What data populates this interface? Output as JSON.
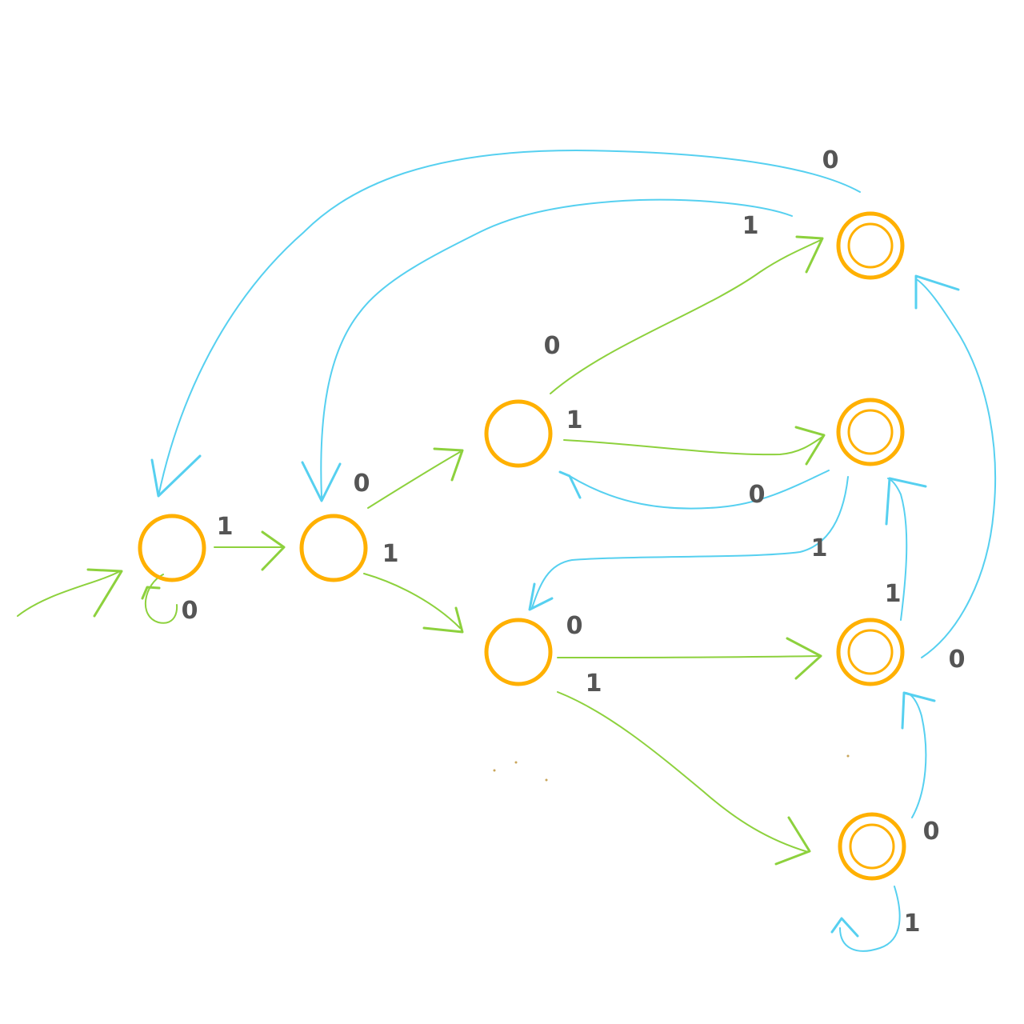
{
  "colors": {
    "state": "#FFB000",
    "forward_edge": "#8DD13D",
    "back_edge": "#56D0F0",
    "label": "#555555",
    "dots": "#C9A55A"
  },
  "diagram": {
    "type": "finite-state-automaton",
    "states": [
      {
        "id": "s0",
        "accepting": false
      },
      {
        "id": "s1",
        "accepting": false
      },
      {
        "id": "s2",
        "accepting": false
      },
      {
        "id": "s3",
        "accepting": false
      },
      {
        "id": "s4",
        "accepting": true
      },
      {
        "id": "s5",
        "accepting": true
      },
      {
        "id": "s6",
        "accepting": true
      },
      {
        "id": "s7",
        "accepting": true
      }
    ],
    "initial": "s0",
    "transitions": [
      {
        "id": "s0-s0",
        "from": "s0",
        "to": "s0",
        "label": "0"
      },
      {
        "id": "s0-s1",
        "from": "s0",
        "to": "s1",
        "label": "1"
      },
      {
        "id": "s1-s2",
        "from": "s1",
        "to": "s2",
        "label": "0"
      },
      {
        "id": "s1-s3",
        "from": "s1",
        "to": "s3",
        "label": "1"
      },
      {
        "id": "s2-s4",
        "from": "s2",
        "to": "s4",
        "label": "0"
      },
      {
        "id": "s2-s5",
        "from": "s2",
        "to": "s5",
        "label": "1"
      },
      {
        "id": "s3-s6",
        "from": "s3",
        "to": "s6",
        "label": "0"
      },
      {
        "id": "s3-s7",
        "from": "s3",
        "to": "s7",
        "label": "1"
      },
      {
        "id": "s4-s0",
        "from": "s4",
        "to": "s0",
        "label": "0"
      },
      {
        "id": "s4-s1",
        "from": "s4",
        "to": "s1",
        "label": "1"
      },
      {
        "id": "s5-s2",
        "from": "s5",
        "to": "s2",
        "label": "0"
      },
      {
        "id": "s5-s3",
        "from": "s5",
        "to": "s3",
        "label": "1"
      },
      {
        "id": "s6-s4",
        "from": "s6",
        "to": "s4",
        "label": "0"
      },
      {
        "id": "s6-s5",
        "from": "s6",
        "to": "s5",
        "label": "1"
      },
      {
        "id": "s7-s6",
        "from": "s7",
        "to": "s6",
        "label": "0"
      },
      {
        "id": "s7-s7",
        "from": "s7",
        "to": "s7",
        "label": "1"
      }
    ]
  }
}
